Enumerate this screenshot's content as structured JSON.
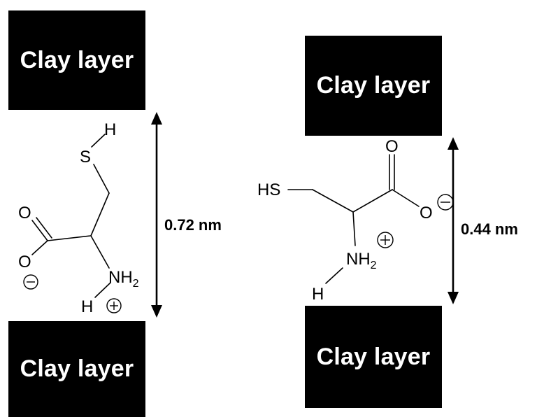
{
  "clay_label": "Clay layer",
  "left_structure": {
    "distance_label": "0.72 nm",
    "atoms": {
      "sulfur": "S",
      "thiol_h": "H",
      "carbonyl_o": "O",
      "carboxylate_o": "O",
      "amine_n": "NH",
      "amine_sub": "2",
      "amine_h": "H"
    }
  },
  "right_structure": {
    "distance_label": "0.44 nm",
    "atoms": {
      "thiol": "HS",
      "carbonyl_o": "O",
      "carboxylate_o": "O",
      "amine_n": "NH",
      "amine_sub": "2",
      "amine_h": "H"
    }
  }
}
